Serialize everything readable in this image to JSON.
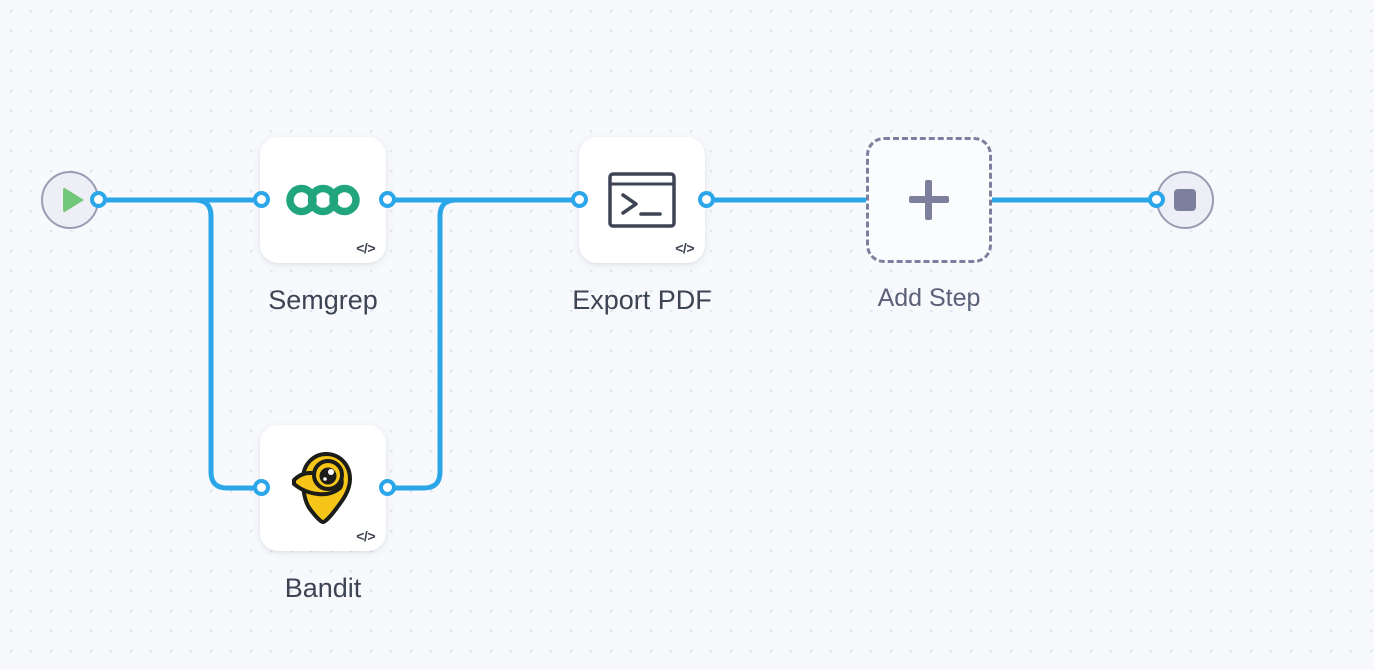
{
  "canvas": {
    "background_color": "#f7f9fc",
    "grid_dot_color": "#e2e4ee",
    "edge_color": "#2ba6e8",
    "port_color": "#2ba6e8"
  },
  "start_node": {
    "name": "Start",
    "icon": "play-icon",
    "icon_color": "#72c878",
    "circle_color": "#eeeef7",
    "border_color": "#9b9bb3"
  },
  "end_node": {
    "name": "End",
    "icon": "stop-icon",
    "icon_color": "#7d809c",
    "circle_color": "#eeeef7",
    "border_color": "#9b9bb3"
  },
  "steps": [
    {
      "id": "semgrep",
      "label": "Semgrep",
      "icon": "semgrep-logo-icon",
      "icon_color": "#20a57c",
      "badge": "</>"
    },
    {
      "id": "bandit",
      "label": "Bandit",
      "icon": "bandit-logo-icon",
      "icon_color": "#f5c518",
      "badge": "</>"
    },
    {
      "id": "export-pdf",
      "label": "Export PDF",
      "icon": "terminal-icon",
      "icon_color": "#3d4454",
      "badge": "</>"
    },
    {
      "id": "add-step",
      "label": "Add Step",
      "icon": "plus-icon",
      "icon_color": "#7d809c",
      "badge": ""
    }
  ]
}
